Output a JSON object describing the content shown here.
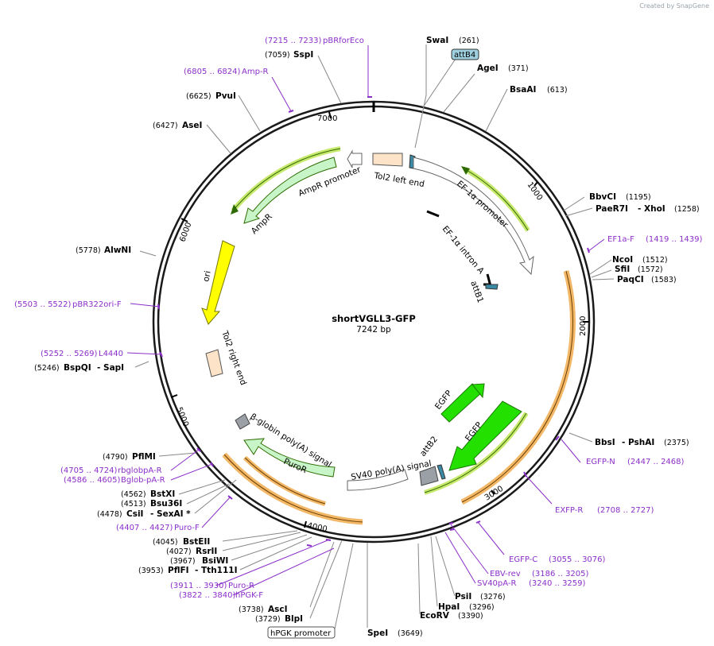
{
  "credit": "Created by SnapGene",
  "title": "shortVGLL3-GFP",
  "size_label": "7242 bp",
  "ticks": [
    "1000",
    "2000",
    "3000",
    "4000",
    "5000",
    "6000",
    "7000"
  ],
  "enzymes": [
    {
      "name": "SwaI",
      "pos": "(261)"
    },
    {
      "name": "AgeI",
      "pos": "(371)"
    },
    {
      "name": "BsaAI",
      "pos": "(613)"
    },
    {
      "name": "BbvCI",
      "pos": "(1195)"
    },
    {
      "name": "PaeR7I",
      "extra": "- XhoI",
      "pos": "(1258)"
    },
    {
      "name": "NcoI",
      "pos": "(1512)"
    },
    {
      "name": "SfiI",
      "pos": "(1572)"
    },
    {
      "name": "PaqCI",
      "pos": "(1583)"
    },
    {
      "name": "BbsI",
      "extra": "- PshAI",
      "pos": "(2375)"
    },
    {
      "name": "PsiI",
      "pos": "(3276)"
    },
    {
      "name": "HpaI",
      "pos": "(3296)"
    },
    {
      "name": "EcoRV",
      "pos": "(3390)"
    },
    {
      "name": "SpeI",
      "pos": "(3649)"
    },
    {
      "name": "BlpI",
      "pos": "(3729)"
    },
    {
      "name": "AscI",
      "pos": "(3738)"
    },
    {
      "name": "PflFI",
      "extra": "- Tth111I",
      "pos": "(3953)"
    },
    {
      "name": "BsiWI",
      "pos": "(3967)"
    },
    {
      "name": "RsrII",
      "pos": "(4027)"
    },
    {
      "name": "BstEII",
      "pos": "(4045)"
    },
    {
      "name": "CsiI",
      "extra": "- SexAI *",
      "pos": "(4478)"
    },
    {
      "name": "Bsu36I",
      "pos": "(4513)"
    },
    {
      "name": "BstXI",
      "pos": "(4562)"
    },
    {
      "name": "PflMI",
      "pos": "(4790)"
    },
    {
      "name": "BspQI",
      "extra": "- SapI",
      "pos": "(5246)"
    },
    {
      "name": "AlwNI",
      "pos": "(5778)"
    },
    {
      "name": "AseI",
      "pos": "(6427)"
    },
    {
      "name": "PvuI",
      "pos": "(6625)"
    },
    {
      "name": "SspI",
      "pos": "(7059)"
    }
  ],
  "primers": [
    {
      "name": "pBRforEco",
      "range": "(7215 .. 7233)"
    },
    {
      "name": "Amp-R",
      "range": "(6805 .. 6824)"
    },
    {
      "name": "EF1a-F",
      "range": "(1419 .. 1439)"
    },
    {
      "name": "EGFP-N",
      "range": "(2447 .. 2468)"
    },
    {
      "name": "EXFP-R",
      "range": "(2708 .. 2727)"
    },
    {
      "name": "EGFP-C",
      "range": "(3055 .. 3076)"
    },
    {
      "name": "EBV-rev",
      "range": "(3186 .. 3205)"
    },
    {
      "name": "SV40pA-R",
      "range": "(3240 .. 3259)"
    },
    {
      "name": "Puro-R",
      "range": "(3911 .. 3930)"
    },
    {
      "name": "hPGK-F",
      "range": "(3822 .. 3840)"
    },
    {
      "name": "Puro-F",
      "range": "(4407 .. 4427)"
    },
    {
      "name": "Bglob-pA-R",
      "range": "(4586 .. 4605)"
    },
    {
      "name": "rbglobpA-R",
      "range": "(4705 .. 4724)"
    },
    {
      "name": "L4440",
      "range": "(5252 .. 5269)"
    },
    {
      "name": "pBR322ori-F",
      "range": "(5503 .. 5522)"
    }
  ],
  "features": {
    "attB4": "attB4",
    "attB1": "attB1",
    "attB2": "attB2",
    "tol2_left": "Tol2 left end",
    "tol2_right": "Tol2 right end",
    "ef1a_promoter": "EF-1α promoter",
    "ef1a_intron": "EF-1α intron A",
    "egfp": "EGFP",
    "sv40": "SV40 poly(A) signal",
    "puror": "PuroR",
    "bglobin": "β-globin poly(A) signal",
    "ampr": "AmpR",
    "ampr_promoter": "AmpR promoter",
    "ori": "ori",
    "hpgk": "hPGK promoter"
  }
}
